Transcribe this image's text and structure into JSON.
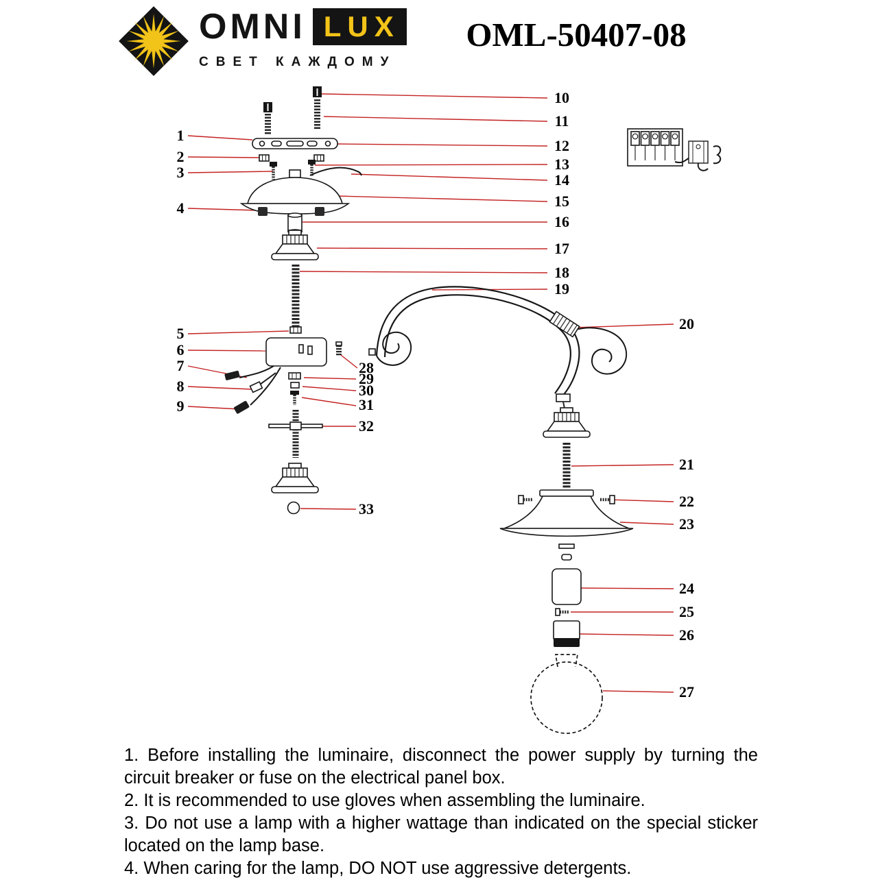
{
  "header": {
    "brand": {
      "omni": "OMNI",
      "lux": "LUX",
      "tagline": "СВЕТ КАЖДОМУ"
    },
    "model": "OML-50407-08"
  },
  "diagram": {
    "labels": [
      "1",
      "2",
      "3",
      "4",
      "5",
      "6",
      "7",
      "8",
      "9",
      "10",
      "11",
      "12",
      "13",
      "14",
      "15",
      "16",
      "17",
      "18",
      "19",
      "20",
      "21",
      "22",
      "23",
      "24",
      "25",
      "26",
      "27",
      "28",
      "29",
      "30",
      "31",
      "32",
      "33"
    ]
  },
  "instructions": [
    "1. Before installing the luminaire, disconnect the power supply by turning the circuit breaker or fuse on the electrical panel box.",
    "2. It is recommended to use gloves when assembling the luminaire.",
    "3. Do not use a lamp with a higher wattage than indicated on the special sticker located on the lamp base.",
    "4. When caring for the lamp, DO NOT use aggressive detergents."
  ],
  "colors": {
    "leader_red": "#c42222",
    "brand_yellow": "#f2c318",
    "ink": "#161616"
  }
}
